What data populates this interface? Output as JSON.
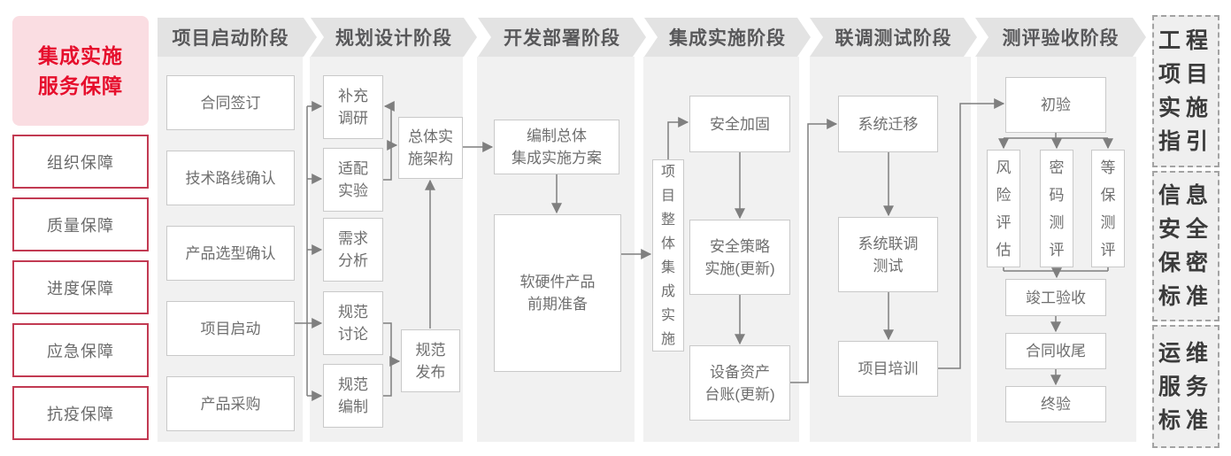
{
  "sidebar": {
    "title": "集成实施\n服务保障",
    "items": [
      "组织保障",
      "质量保障",
      "进度保障",
      "应急保障",
      "抗疫保障"
    ]
  },
  "phases": [
    {
      "label": "项目启动阶段",
      "boxes": [
        "合同签订",
        "技术路线确认",
        "产品选型确认",
        "项目启动",
        "产品采购"
      ]
    },
    {
      "label": "规划设计阶段",
      "boxes": [
        "补充\n调研",
        "适配\n实验",
        "需求\n分析",
        "规范\n讨论",
        "规范\n编制",
        "总体实\n施架构",
        "规范\n发布"
      ]
    },
    {
      "label": "开发部署阶段",
      "boxes": [
        "编制总体\n集成实施方案",
        "软硬件产品\n前期准备"
      ]
    },
    {
      "label": "集成实施阶段",
      "boxes": [
        "项\n目\n整\n体\n集\n成\n实\n施",
        "安全加固",
        "安全策略\n实施(更新)",
        "设备资产\n台账(更新)"
      ]
    },
    {
      "label": "联调测试阶段",
      "boxes": [
        "系统迁移",
        "系统联调\n测试",
        "项目培训"
      ]
    },
    {
      "label": "测评验收阶段",
      "boxes": [
        "初验",
        "风\n险\n评\n估",
        "密\n码\n测\n评",
        "等\n保\n测\n评",
        "竣工验收",
        "合同收尾",
        "终验"
      ]
    }
  ],
  "standards": [
    "工程\n项目\n实施\n指引",
    "信息\n安全\n保密\n标准",
    "运维\n服务\n标准"
  ],
  "colors": {
    "accent_red_text": "#e60e2c",
    "pink_background": "#fadde2",
    "red_box_border": "#c23a52",
    "banner_gray": "#e3e3e3",
    "column_gray": "#f1f1f1",
    "node_border": "#c9c9c9",
    "wire_gray": "#7f7f7f"
  }
}
